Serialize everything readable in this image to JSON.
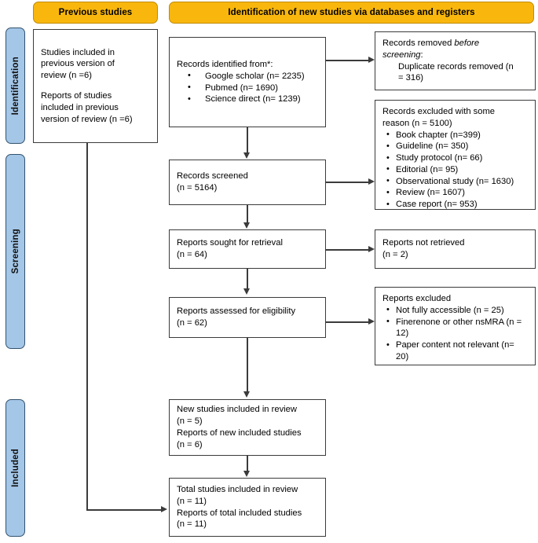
{
  "headers": [
    {
      "id": "previous-studies",
      "label": "Previous studies"
    },
    {
      "id": "identification-new",
      "label": "Identification of new studies via databases and registers"
    }
  ],
  "phases": [
    {
      "id": "identification",
      "label": "Identification"
    },
    {
      "id": "screening",
      "label": "Screening"
    },
    {
      "id": "included",
      "label": "Included"
    }
  ],
  "boxes": {
    "previous_studies": {
      "line1": "Studies included in",
      "line2": "previous version of",
      "line3": "review (n =6)",
      "line4": "Reports of studies",
      "line5": "included in previous",
      "line6": "version of review (n =6)"
    },
    "records_identified": {
      "title": "Records identified from*:",
      "sources": [
        "Google scholar (n= 2235)",
        "Pubmed (n= 1690)",
        "Science direct (n= 1239)"
      ]
    },
    "records_removed": {
      "line1_pre": "Records removed ",
      "line1_ital": "before",
      "line2_ital": "screening",
      "line2_post": ":",
      "line3": "Duplicate records removed (n",
      "line4": "= 316)"
    },
    "records_excluded": {
      "title_line1": "Records excluded with some",
      "title_line2": "reason (n = 5100)",
      "reasons": [
        "Book chapter (n=399)",
        "Guideline (n= 350)",
        "Study protocol (n= 66)",
        "Editorial (n= 95)",
        "Observational study (n= 1630)",
        "Review (n= 1607)",
        "Case report (n= 953)"
      ]
    },
    "records_screened": {
      "line1": "Records screened",
      "line2": "(n = 5164)"
    },
    "reports_sought": {
      "line1": "Reports sought for retrieval",
      "line2": "(n = 64)"
    },
    "reports_not_retrieved": {
      "line1": "Reports not retrieved",
      "line2": "(n = 2)"
    },
    "reports_assessed": {
      "line1": "Reports assessed for eligibility",
      "line2": "(n = 62)"
    },
    "reports_excluded": {
      "title": "Reports excluded",
      "reasons": [
        "Not fully accessible (n = 25)",
        "Finerenone or other nsMRA (n = 12)",
        "Paper content not relevant (n= 20)"
      ]
    },
    "new_studies_included": {
      "line1": "New studies included in review",
      "line2": "(n = 5)",
      "line3": "Reports of new included studies",
      "line4": "(n = 6)"
    },
    "total_studies_included": {
      "line1": "Total studies included in review",
      "line2": "(n = 11)",
      "line3": "Reports of total included studies",
      "line4": "(n = 11)"
    }
  },
  "colors": {
    "header_fill": "#f9b70d",
    "phase_fill": "#a4c6e7",
    "box_border": "#3b3b3b",
    "text": "#000000"
  }
}
